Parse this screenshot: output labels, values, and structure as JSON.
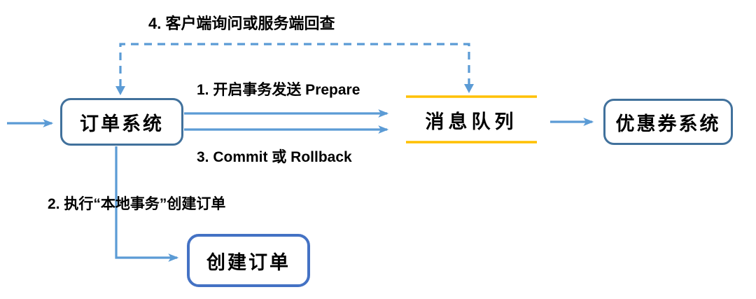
{
  "diagram": {
    "nodes": {
      "order_system": {
        "label": "订单系统"
      },
      "message_queue": {
        "label": "消息队列"
      },
      "coupon_system": {
        "label": "优惠券系统"
      },
      "create_order": {
        "label": "创建订单"
      }
    },
    "steps": {
      "step1": "1. 开启事务发送 Prepare",
      "step2": "2. 执行“本地事务”创建订单",
      "step3": "3. Commit 或 Rollback",
      "step4": "4. 客户端询问或服务端回查"
    },
    "colors": {
      "arrow_blue": "#5B9BD5",
      "node_border_dark": "#41719C",
      "node_border_bright": "#4472C4",
      "queue_line_orange": "#FFC000",
      "label_text": "#000000"
    }
  }
}
